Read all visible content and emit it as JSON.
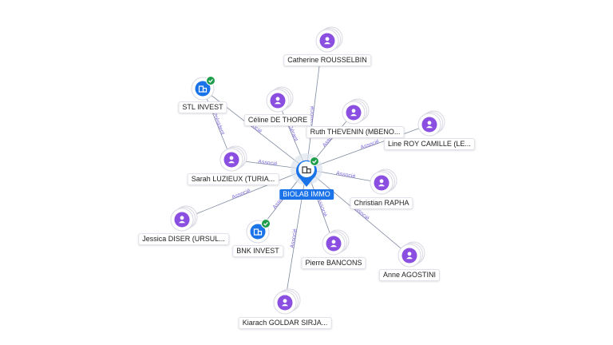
{
  "center": {
    "name": "BIOLAB IMMO",
    "icon": "building-icon",
    "status_icon": "verified-check-icon"
  },
  "nodes": [
    {
      "id": "catherine",
      "name": "Catherine ROUSSELBIN",
      "kind": "person",
      "edge": "Associé"
    },
    {
      "id": "celine",
      "name": "Céline DE THORE",
      "kind": "person",
      "edge": "Gérant"
    },
    {
      "id": "ruth",
      "name": "Ruth THEVENIN (MBENO...",
      "kind": "person",
      "edge": "Associé"
    },
    {
      "id": "line",
      "name": "Line ROY CAMILLE (LE...",
      "kind": "person",
      "edge": "Associé"
    },
    {
      "id": "christian",
      "name": "Christian RAPHA",
      "kind": "person",
      "edge": "Associé"
    },
    {
      "id": "anne",
      "name": "Anne AGOSTINI",
      "kind": "person",
      "edge": "Associé"
    },
    {
      "id": "pierre",
      "name": "Pierre BANCONS",
      "kind": "person",
      "edge": "Associé"
    },
    {
      "id": "kiarach",
      "name": "Kiarach GOLDAR SIRJA...",
      "kind": "person",
      "edge": "Associé"
    },
    {
      "id": "bnk",
      "name": "BNK INVEST",
      "kind": "company",
      "edge": "Associé"
    },
    {
      "id": "jessica",
      "name": "Jessica DISER (URSUL...",
      "kind": "person",
      "edge": "Associé"
    },
    {
      "id": "sarah",
      "name": "Sarah LUZIEUX (TURIA...",
      "kind": "person",
      "edge": "Associé"
    },
    {
      "id": "stl",
      "name": "STL INVEST",
      "kind": "company",
      "edge": "Associé"
    }
  ],
  "extra_edges": [
    {
      "from": "stl",
      "to": "sarah",
      "label": "Président"
    }
  ],
  "colors": {
    "person": "#8a4fe0",
    "company": "#1a73e8",
    "check": "#1e9e4a",
    "edge": "#7f8aa0",
    "edge_label": "#7b68d8"
  }
}
